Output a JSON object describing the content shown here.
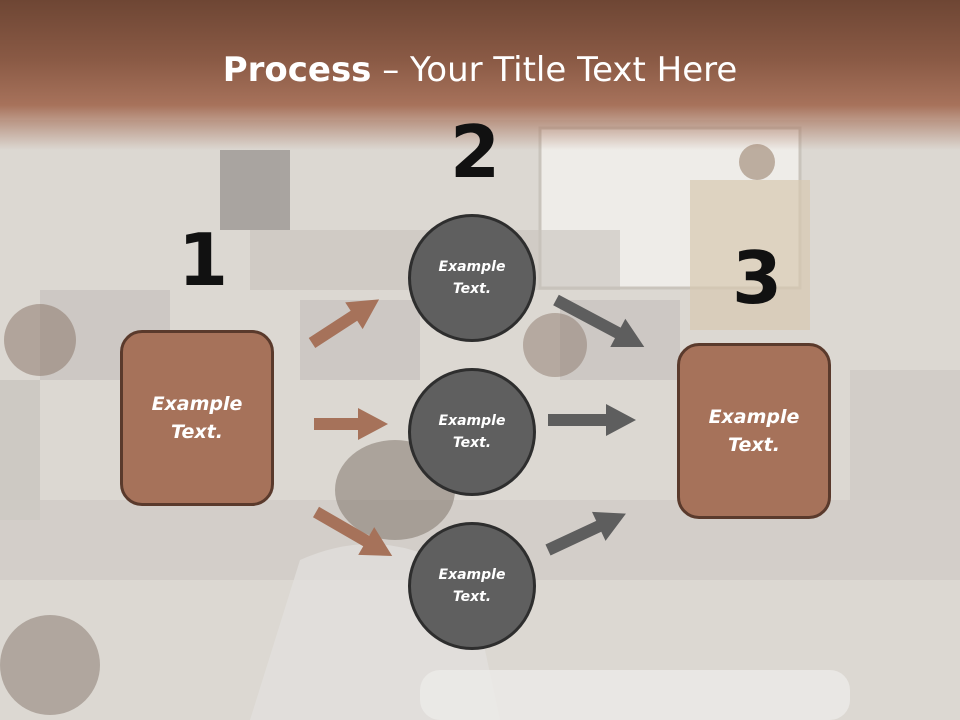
{
  "slide": {
    "title_bold": "Process",
    "title_rest": " – Your Title Text Here",
    "colors": {
      "title_band": "#8a5a45",
      "box_fill": "#a6725a",
      "box_border": "#5a3a2c",
      "circle_fill": "#5f5f5f",
      "circle_border": "#2e2e2e",
      "arrow_brown": "#a6725a",
      "arrow_gray": "#5e5e5e"
    }
  },
  "steps": {
    "one": {
      "number": "1",
      "box_text_1": "Example",
      "box_text_2": "Text."
    },
    "two": {
      "number": "2",
      "circles": [
        {
          "line1": "Example",
          "line2": "Text."
        },
        {
          "line1": "Example",
          "line2": "Text."
        },
        {
          "line1": "Example",
          "line2": "Text."
        }
      ]
    },
    "three": {
      "number": "3",
      "box_text_1": "Example",
      "box_text_2": "Text."
    }
  }
}
